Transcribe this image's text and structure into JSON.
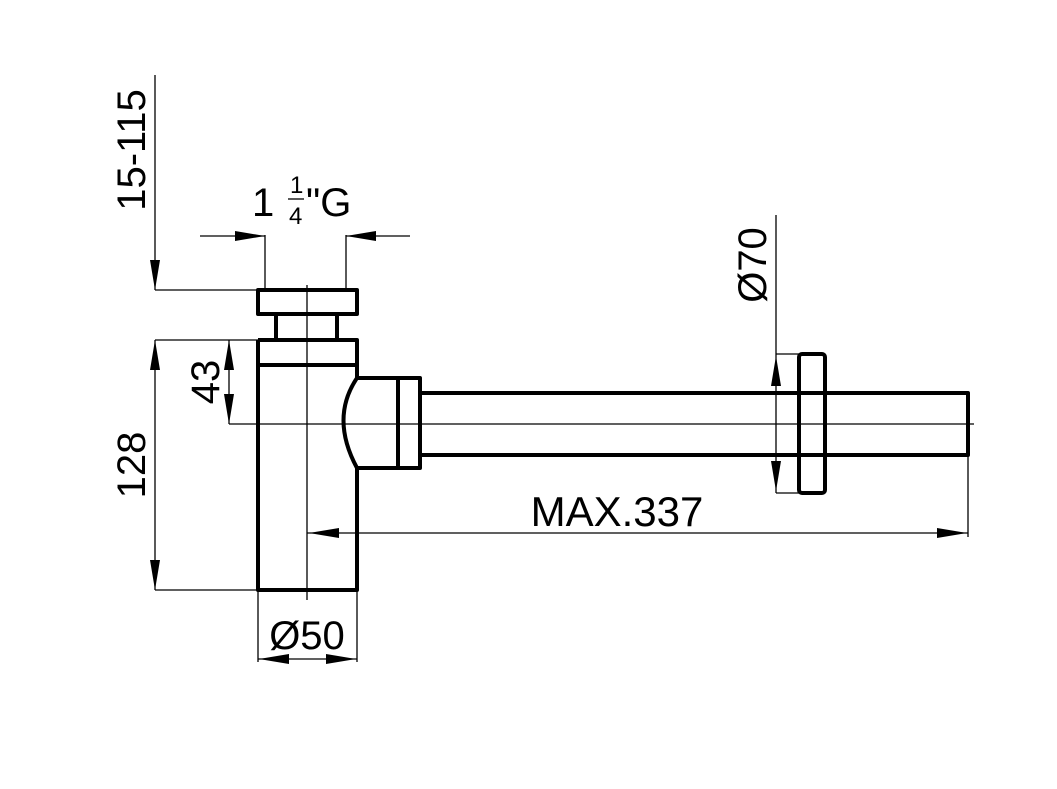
{
  "drawing": {
    "dim_height_range": "15-115",
    "thread": {
      "whole": "1",
      "numerator": "1",
      "denominator": "4",
      "suffix": "\"G"
    },
    "dim_outlet_height": "43",
    "dim_total_height": "128",
    "dim_flange_diameter": "Ø70",
    "dim_max_length": "MAX.337",
    "dim_body_diameter": "Ø50"
  }
}
